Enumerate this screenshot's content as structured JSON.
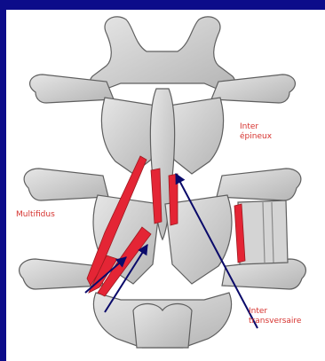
{
  "labels": {
    "inter_epineux": [
      "Inter",
      "épineux"
    ],
    "multifidus": "Multifidus",
    "inter_transversaire": [
      "Inter",
      "transversaire"
    ]
  },
  "colors": {
    "background": "#0c0c8a",
    "bone": "#c9c9c9",
    "bone_outline": "#5f5f5f",
    "muscle": "#e42535",
    "label_red": "#d6332f",
    "arrow": "#0a0a6a"
  }
}
